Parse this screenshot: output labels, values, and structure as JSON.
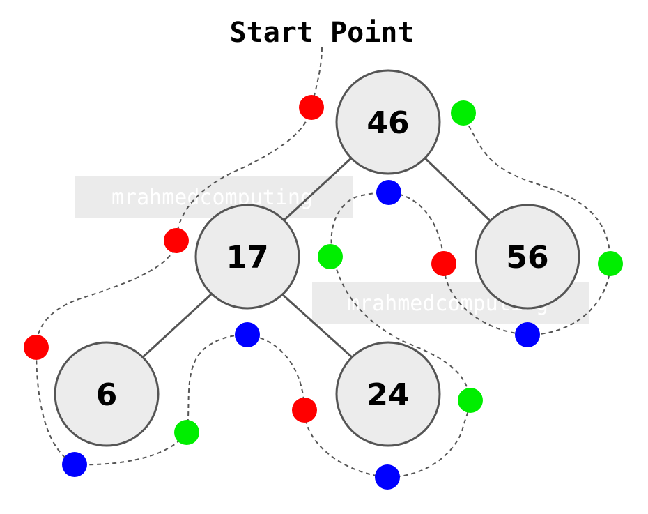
{
  "title": "Start Point",
  "watermark": "mrahmedcomputing",
  "nodes": [
    {
      "id": "n46",
      "label": "46"
    },
    {
      "id": "n17",
      "label": "17"
    },
    {
      "id": "n56",
      "label": "56"
    },
    {
      "id": "n6",
      "label": "6"
    },
    {
      "id": "n24",
      "label": "24"
    }
  ],
  "edges": [
    {
      "from": "46",
      "to": "17"
    },
    {
      "from": "46",
      "to": "56"
    },
    {
      "from": "17",
      "to": "6"
    },
    {
      "from": "17",
      "to": "24"
    }
  ],
  "colors": {
    "pre_order": "#ff0000",
    "in_order": "#0000ff",
    "post_order": "#00ee00",
    "node_fill": "#ececec",
    "node_stroke": "#555555"
  }
}
